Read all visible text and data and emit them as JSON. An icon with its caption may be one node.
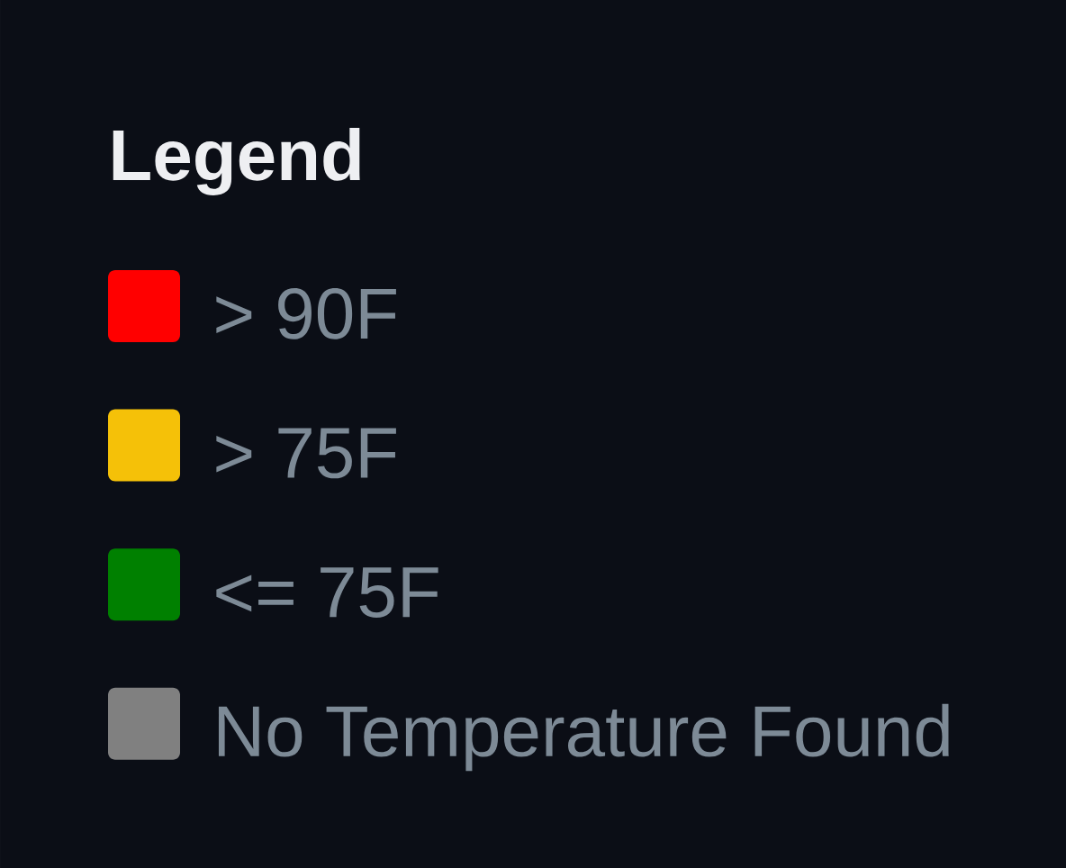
{
  "diagram": {
    "title": "Legend",
    "legend": [
      {
        "text": "> 90F",
        "color": "#ff0000"
      },
      {
        "text": "> 75F",
        "color": "#f5c108"
      },
      {
        "text": "<= 75F",
        "color": "#008000"
      },
      {
        "text": "No Temperature Found",
        "color": "#808080"
      }
    ]
  }
}
